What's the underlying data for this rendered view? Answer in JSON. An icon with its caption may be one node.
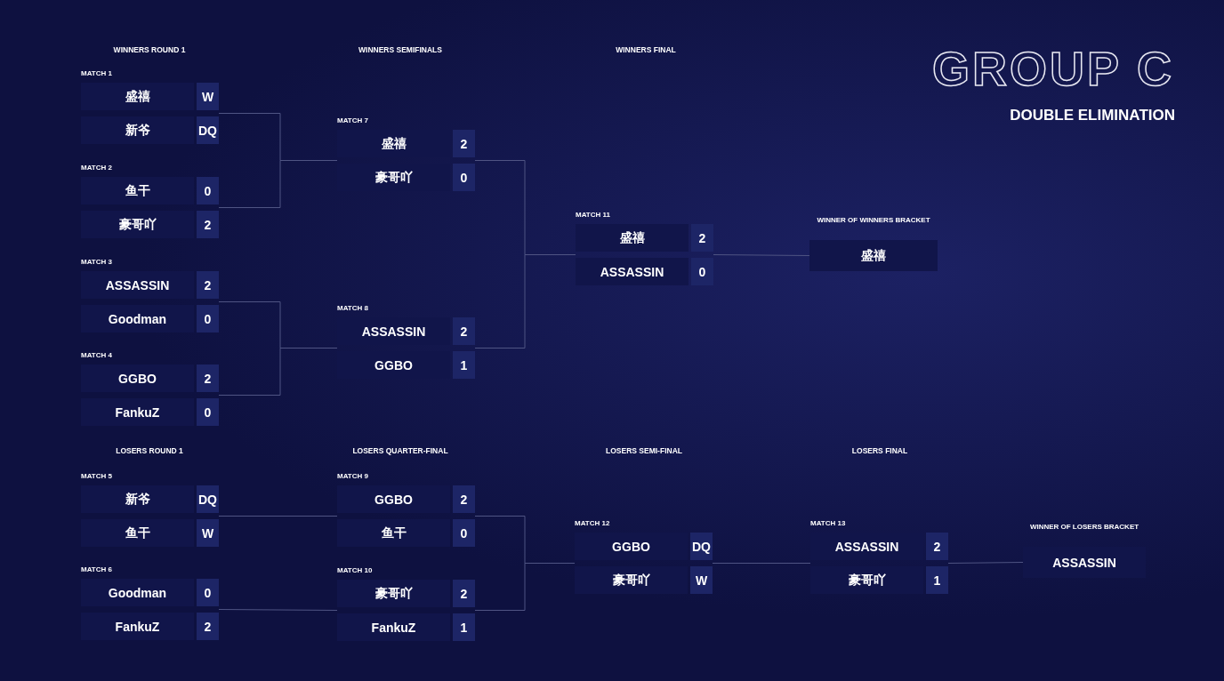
{
  "diagram": {
    "title": "GROUP C",
    "nodes": [
      {
        "text": [
          "MATCH 1"
        ]
      },
      {
        "text": [
          "盛禧",
          "W"
        ],
        "in": 0
      },
      {
        "text": [
          "新爷",
          "DQ"
        ],
        "in": 0
      },
      {
        "text": [
          "MATCH 2"
        ]
      },
      {
        "text": [
          "鱼干",
          "0"
        ],
        "in": 3
      },
      {
        "text": [
          "豪哥吖",
          "2"
        ],
        "in": 3
      },
      {
        "text": [
          "MATCH 3"
        ]
      },
      {
        "text": [
          "ASSASSIN",
          "2"
        ],
        "in": 6
      },
      {
        "text": [
          "Goodman",
          "0"
        ],
        "in": 6
      },
      {
        "text": [
          "MATCH 4"
        ]
      },
      {
        "text": [
          "GGBO",
          "2"
        ],
        "in": 9
      },
      {
        "text": [
          "FankuZ",
          "0"
        ],
        "in": 9
      },
      {
        "text": [
          "MATCH 7"
        ]
      },
      {
        "text": [
          "盛禧",
          "2"
        ],
        "in": 12
      },
      {
        "text": [
          "豪哥吖",
          "0"
        ],
        "in": 12
      },
      {
        "text": [
          "MATCH 8"
        ]
      },
      {
        "text": [
          "ASSASSIN",
          "2"
        ],
        "in": 15
      },
      {
        "text": [
          "GGBO",
          "1"
        ],
        "in": 15
      },
      {
        "text": [
          "MATCH 11"
        ]
      },
      {
        "text": [
          "盛禧",
          "2"
        ],
        "in": 18
      },
      {
        "text": [
          "ASSASSIN",
          "0"
        ],
        "in": 18
      },
      {
        "text": [
          "WINNER OF WINNERS BRACKET",
          "盛禧"
        ]
      },
      {
        "text": [
          "MATCH 5"
        ]
      },
      {
        "text": [
          "新爷",
          "DQ"
        ],
        "in": 22
      },
      {
        "text": [
          "鱼干",
          "W"
        ],
        "in": 22
      },
      {
        "text": [
          "MATCH 6"
        ]
      },
      {
        "text": [
          "Goodman",
          "0"
        ],
        "in": 25
      },
      {
        "text": [
          "FankuZ",
          "2"
        ],
        "in": 25
      },
      {
        "text": [
          "MATCH 9"
        ]
      },
      {
        "text": [
          "GGBO",
          "2"
        ],
        "in": 28
      },
      {
        "text": [
          "鱼干",
          "0"
        ],
        "in": 28
      },
      {
        "text": [
          "MATCH 10"
        ]
      },
      {
        "text": [
          "豪哥吖",
          "2"
        ],
        "in": 31
      },
      {
        "text": [
          "FankuZ",
          "1"
        ],
        "in": 31
      },
      {
        "text": [
          "MATCH 12"
        ]
      },
      {
        "text": [
          "GGBO",
          "DQ"
        ],
        "in": 34
      },
      {
        "text": [
          "豪哥吖",
          "W"
        ],
        "in": 34
      },
      {
        "text": [
          "MATCH 13"
        ]
      },
      {
        "text": [
          "ASSASSIN",
          "2"
        ],
        "in": 37
      },
      {
        "text": [
          "豪哥吖",
          "1"
        ],
        "in": 37
      },
      {
        "text": [
          "WINNER OF LOSERS BRACKET",
          "ASSASSIN"
        ]
      }
    ],
    "edges": [
      {
        "from": 0,
        "to": 12,
        "arrow": "none"
      },
      {
        "from": 3,
        "to": 12,
        "arrow": "none"
      },
      {
        "from": 6,
        "to": 15,
        "arrow": "none"
      },
      {
        "from": 9,
        "to": 15,
        "arrow": "none"
      },
      {
        "from": 12,
        "to": 18,
        "arrow": "none"
      },
      {
        "from": 15,
        "to": 18,
        "arrow": "none"
      },
      {
        "from": 18,
        "to": 21,
        "arrow": "none"
      },
      {
        "from": 22,
        "to": 28,
        "arrow": "none"
      },
      {
        "from": 25,
        "to": 31,
        "arrow": "none"
      },
      {
        "from": 28,
        "to": 34,
        "arrow": "none"
      },
      {
        "from": 31,
        "to": 34,
        "arrow": "none"
      },
      {
        "from": 34,
        "to": 37,
        "arrow": "none"
      },
      {
        "from": 37,
        "to": 40,
        "arrow": "none"
      }
    ],
    "labels": [
      "WINNERS ROUND 1",
      "WINNERS SEMIFINALS",
      "WINNERS FINAL",
      "DOUBLE ELIMINATION",
      "LOSERS ROUND 1",
      "LOSERS QUARTER-FINAL",
      "LOSERS SEMI-FINAL",
      "LOSERS FINAL"
    ]
  }
}
